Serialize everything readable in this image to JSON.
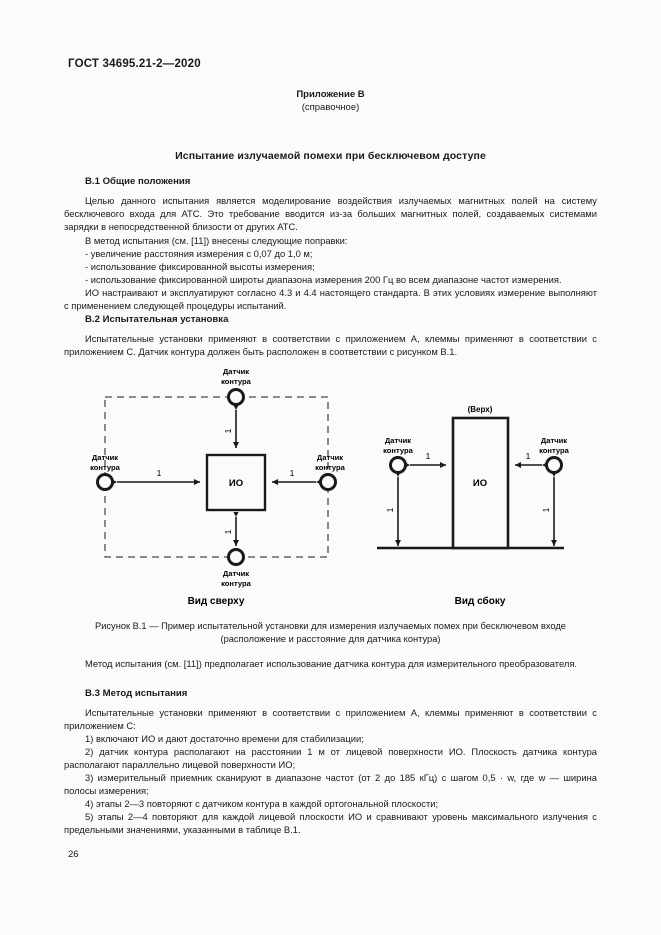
{
  "header": {
    "standard_number": "ГОСТ 34695.21-2—2020"
  },
  "annex": {
    "title": "Приложение В",
    "subtitle": "(справочное)"
  },
  "document": {
    "title": "Испытание излучаемой помехи при бесключевом доступе",
    "page_number": "26"
  },
  "sections": {
    "b1": {
      "heading": "В.1  Общие положения",
      "p1": "Целью данного испытания является моделирование воздействия излучаемых магнитных полей на систему бесключевого входа для АТС. Это требование вводится из-за больших магнитных полей, создаваемых системами зарядки в непосредственной близости от других АТС.",
      "p2": "В метод испытания (см. [11]) внесены следующие поправки:",
      "bullet1": "-  увеличение расстояния измерения с 0,07 до 1,0 м;",
      "bullet2": "- использование фиксированной высоты измерения;",
      "bullet3": "- использование фиксированной широты диапазона измерения 200 Гц во всем диапазоне частот измерения.",
      "p3": "ИО настраивают и эксплуатируют согласно 4.3 и 4.4 настоящего стандарта. В этих условиях измерение выполняют с применением следующей процедуры испытаний."
    },
    "b2": {
      "heading": "В.2  Испытательная установка",
      "p1": "Испытательные установки применяют в соответствии с приложением А, клеммы применяют в соответствии с приложением С. Датчик контура должен быть расположен в соответствии с рисунком В.1."
    },
    "b3": {
      "heading": "В.3  Метод испытания",
      "p1": "Испытательные установки применяют в соответствии с приложением А, клеммы применяют в соответствии с приложением С:",
      "item1": "1)  включают ИО и дают достаточно времени для стабилизации;",
      "item2": "2)  датчик контура располагают на расстоянии 1 м от лицевой поверхности ИО. Плоскость датчика контура располагают параллельно лицевой поверхности ИО;",
      "item3": "3)  измерительный приемник сканируют в диапазоне частот (от 2 до 185 кГц) с шагом 0,5 · w, где w — ширина полосы измерения;",
      "item4": "4)  этапы 2—3 повторяют с датчиком контура в каждой ортогональной плоскости;",
      "item5": "5)  этапы 2—4 повторяют для каждой лицевой плоскости ИО и сравнивают уровень максимального излучения с предельными значениями, указанными в таблице В.1."
    }
  },
  "figure": {
    "caption_line1": "Рисунок В.1 — Пример испытательной установки для измерения излучаемых помех при бесключевом входе",
    "caption_line2": "(расположение и расстояние для датчика контура)",
    "top_view": {
      "title": "Вид сверху",
      "eut_label": "ИО",
      "sensor_top": "Датчик\nконтура",
      "sensor_left": "Датчик\nконтура",
      "sensor_right": "Датчик\nконтура",
      "sensor_bottom": "Датчик\nконтура",
      "sensor_label_line1": "Датчик",
      "sensor_label_line2": "контура",
      "dim_left": "1",
      "dim_right": "1",
      "dim_top": "1",
      "dim_bottom": "1"
    },
    "side_view": {
      "title": "Вид сбоку",
      "eut_label": "ИО",
      "top_marker": "(Верх)",
      "sensor_label_line1": "Датчик",
      "sensor_label_line2": "контура",
      "dim_left": "1",
      "dim_right": "1",
      "dim_left_vertical": "1",
      "dim_right_vertical": "1"
    }
  },
  "after_figure": {
    "p1": "Метод испытания (см. [11]) предполагает использование датчика контура для измерительного преобразователя."
  },
  "colors": {
    "ink": "#1a1a1a",
    "paper": "#fbfbfb"
  }
}
